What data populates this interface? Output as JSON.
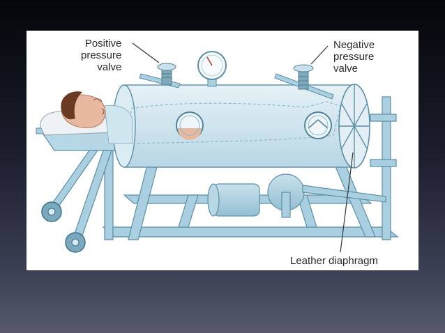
{
  "labels": {
    "positive_valve": [
      "Positive",
      "pressure",
      "valve"
    ],
    "negative_valve": [
      "Negative",
      "pressure",
      "valve"
    ],
    "diaphragm": "Leather diaphragm"
  },
  "colors": {
    "frame": "#a9cfe0",
    "frame_stroke": "#5a8fa8",
    "chamber": "#cfe4ee",
    "background": "#ffffff",
    "skin": "#e9b8a0",
    "hair": "#6b3a22",
    "pillow": "#eef2f5",
    "gown": "#cfe6ef"
  },
  "icons": [
    "pressure-gauge-icon",
    "porthole-icon",
    "wheel-icon",
    "valve-icon"
  ]
}
